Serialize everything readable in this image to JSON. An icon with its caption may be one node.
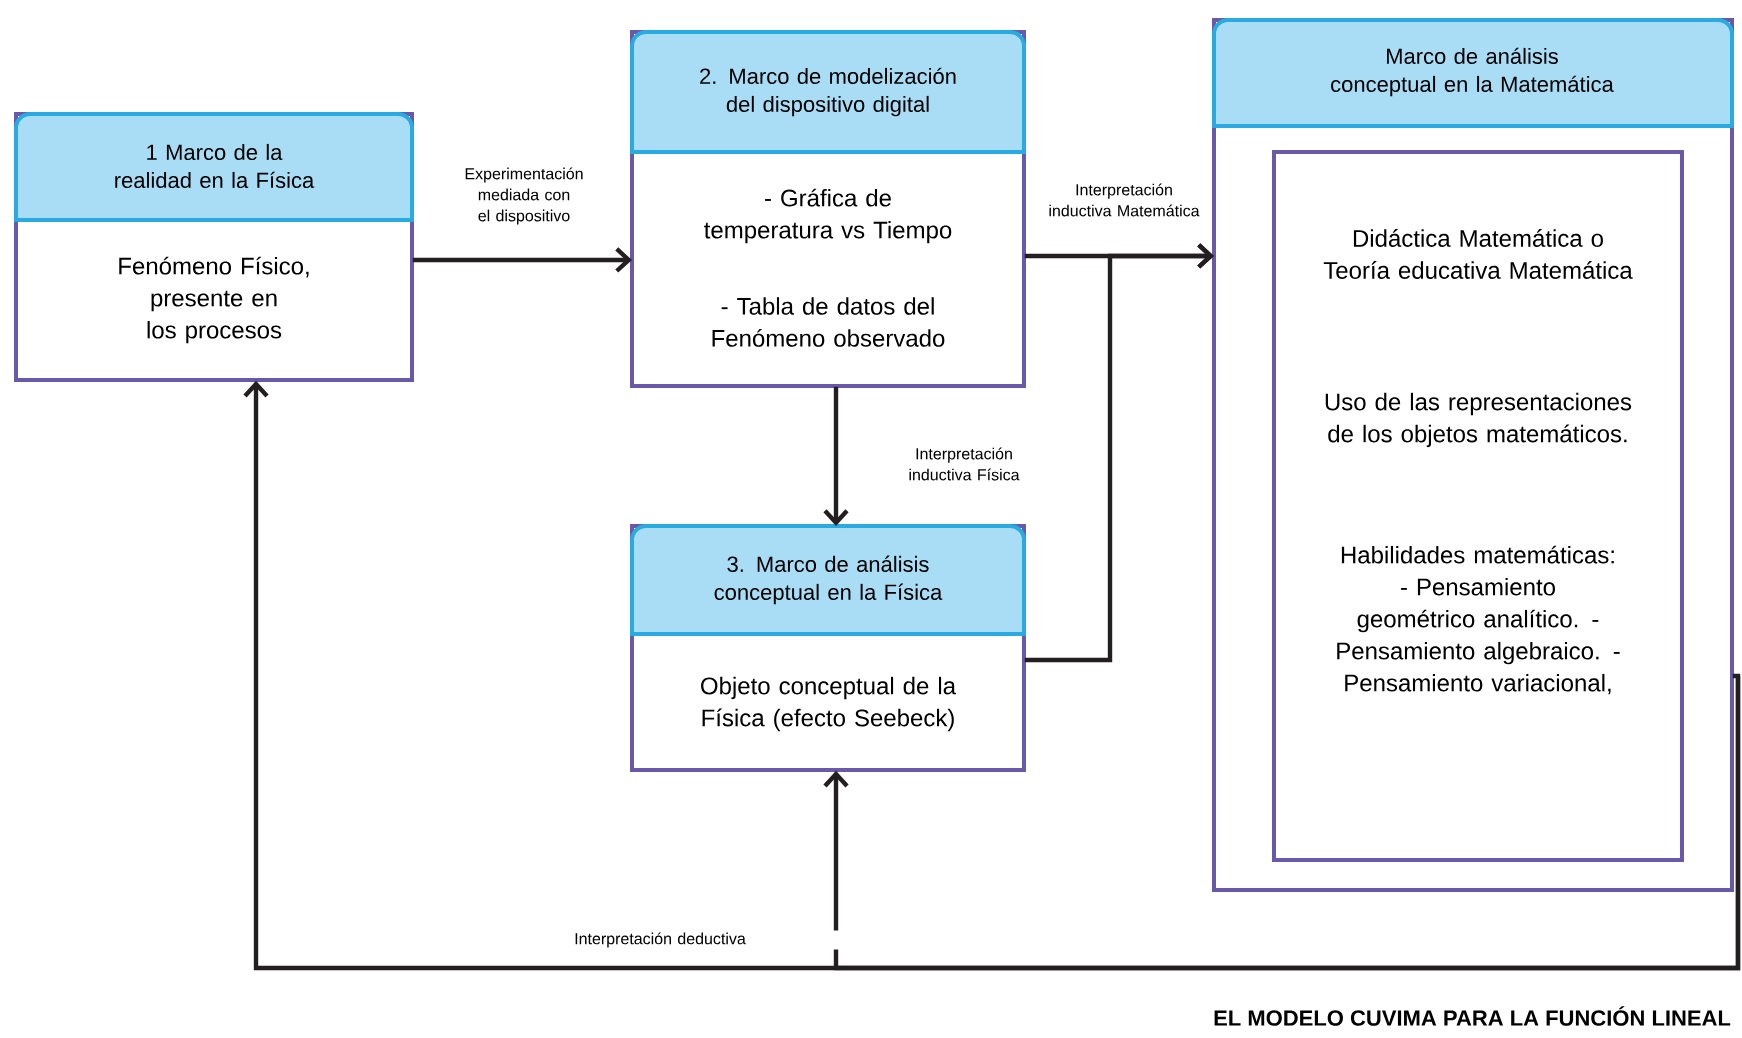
{
  "diagram": {
    "caption": "EL MODELO CUVIMA PARA LA FUNCIÓN LINEAL",
    "nodes": [
      {
        "text": [
          "1 Marco de la realidad en la Física",
          "Fenómeno Físico, presente en los procesos"
        ]
      },
      {
        "text": [
          "2. Marco de modelización del dispositivo digital",
          "- Gráfica de temperatura vs Tiempo",
          "- Tabla de datos del Fenómeno observado"
        ]
      },
      {
        "text": [
          "3. Marco de análisis conceptual en la Física",
          "Objeto conceptual de la Física (efecto Seebeck)"
        ]
      },
      {
        "text": [
          "Marco de análisis conceptual en la Matemática"
        ]
      },
      {
        "text": [
          "Didáctica Matemática o Teoría educativa Matemática",
          "Uso de las representaciones de los objetos matemáticos.",
          "Habilidades matemáticas: - Pensamiento geométrico analítico. - Pensamiento algebraico. - Pensamiento variacional,"
        ],
        "in": 3
      }
    ],
    "edges": [
      {
        "from": 0,
        "to": 1,
        "arrow": "to",
        "label": "Experimentación mediada con el dispositivo"
      },
      {
        "from": 1,
        "to": 2,
        "arrow": "to",
        "label": "Interpretación inductiva Física"
      },
      {
        "from": 1,
        "to": 3,
        "arrow": "to",
        "label": "Interpretación inductiva Matemática"
      },
      {
        "from": 2,
        "to": 3,
        "arrow": "to"
      },
      {
        "from": 3,
        "to": 0,
        "arrow": "to",
        "label": "Interpretación deductiva"
      },
      {
        "from": 3,
        "to": 2,
        "arrow": "to"
      }
    ]
  }
}
